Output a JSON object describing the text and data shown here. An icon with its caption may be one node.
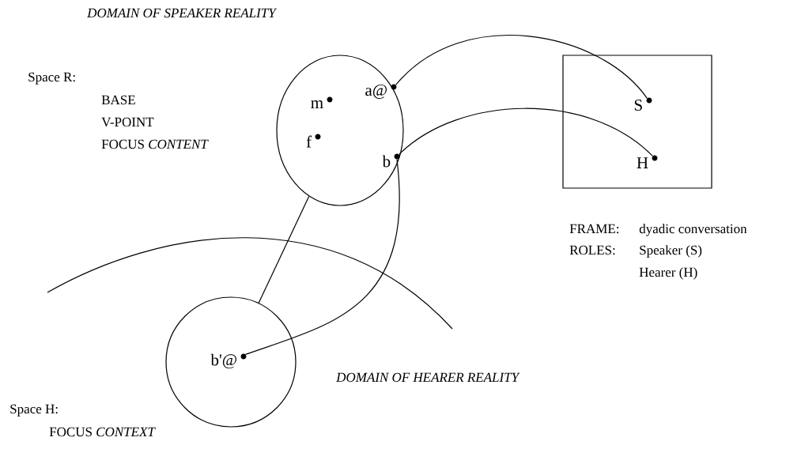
{
  "diagram": {
    "nodes": [
      {
        "text": [],
        "shape": "ellipse"
      },
      {
        "text": [
          "m"
        ],
        "in": 0
      },
      {
        "text": [
          "a@"
        ],
        "in": 0
      },
      {
        "text": [
          "f"
        ],
        "in": 0
      },
      {
        "text": [
          "b"
        ],
        "in": 0
      },
      {
        "text": [],
        "shape": "box"
      },
      {
        "text": [
          "S"
        ],
        "in": 5
      },
      {
        "text": [
          "H"
        ],
        "in": 5
      },
      {
        "text": [],
        "shape": "circle"
      },
      {
        "text": [
          "b'@"
        ],
        "in": 8
      }
    ],
    "edges": [
      {
        "from": 2,
        "to": 6,
        "arrow": "none"
      },
      {
        "from": 4,
        "to": 7,
        "arrow": "none"
      },
      {
        "from": 4,
        "to": 9,
        "arrow": "none"
      },
      {
        "from": 0,
        "to": 8,
        "arrow": "none"
      }
    ],
    "labels": [
      "DOMAIN OF SPEAKER REALITY",
      "Space R:",
      "BASE",
      "V-POINT",
      "FOCUS *CONTENT*",
      "FRAME:",
      "dyadic conversation",
      "ROLES:",
      "Speaker (S)",
      "Hearer (H)",
      "DOMAIN OF HEARER REALITY",
      "Space H:",
      "FOCUS *CONTEXT*"
    ]
  }
}
